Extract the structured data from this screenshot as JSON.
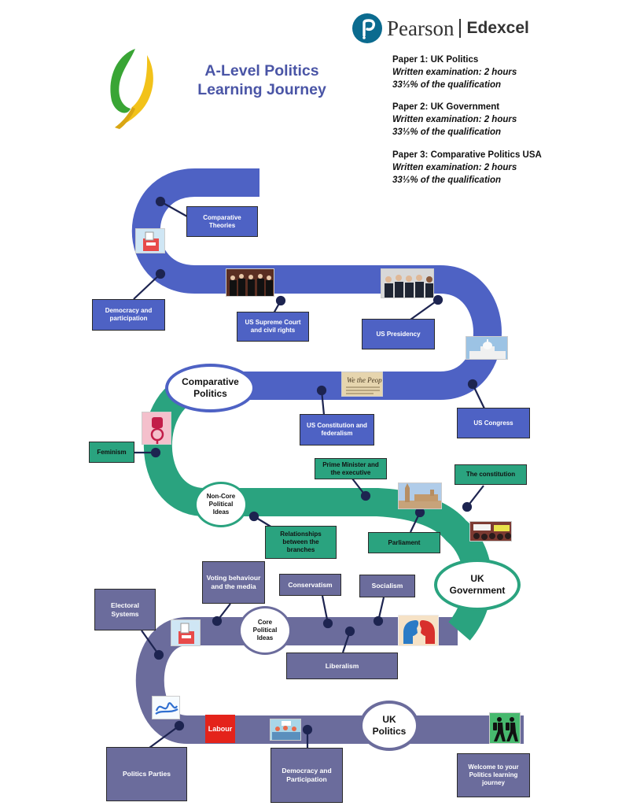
{
  "colors": {
    "blue": "#4e62c4",
    "green": "#2aa37f",
    "purple": "#6b6c9c"
  },
  "header": {
    "brand": "Pearson",
    "sub_brand": "Edexcel",
    "logo_icon": "leaf-logo-icon",
    "title_line1": "A-Level Politics",
    "title_line2": "Learning Journey"
  },
  "papers": [
    {
      "name": "Paper 1: UK Politics",
      "exam": "Written examination: 2 hours",
      "weight": "33⅓% of the qualification"
    },
    {
      "name": "Paper 2: UK Government",
      "exam": "Written examination: 2 hours",
      "weight": "33⅓% of the qualification"
    },
    {
      "name": "Paper 3: Comparative Politics USA",
      "exam": "Written examination: 2 hours",
      "weight": "33⅓% of the qualification"
    }
  ],
  "sections": {
    "comparative": "Comparative Politics",
    "uk_government": "UK Government",
    "uk_politics": "UK Politics",
    "non_core": "Non-Core Political Ideas",
    "core": "Core Political Ideas"
  },
  "topics": {
    "comparative_theories": "Comparative Theories",
    "democracy_participation_blue": "Democracy and participation",
    "us_supreme_court": "US Supreme Court and civil rights",
    "us_presidency": "US Presidency",
    "us_constitution": "US Constitution and federalism",
    "us_congress": "US Congress",
    "feminism": "Feminism",
    "prime_minister": "Prime Minister and the executive",
    "the_constitution": "The constitution",
    "relationships": "Relationships between the branches",
    "parliament": "Parliament",
    "electoral_systems": "Electoral Systems",
    "voting_behaviour": "Voting behaviour and the media",
    "conservatism": "Conservatism",
    "socialism": "Socialism",
    "liberalism": "Liberalism",
    "politics_parties": "Politics Parties",
    "democracy_participation_purple": "Democracy and Participation",
    "welcome": "Welcome to your Politics learning journey"
  },
  "pictures": {
    "vote_box_top": "vote-box-icon",
    "supreme_court": "supreme-court-photo",
    "presidents": "presidents-photo",
    "capitol": "capitol-building-photo",
    "we_the_people": "constitution-document-photo",
    "feminism_fist": "feminism-fist-icon",
    "parliament": "parliament-building-photo",
    "protest": "protest-crowd-photo",
    "heads": "debating-heads-icon",
    "vote_box_bottom": "vote-box-icon",
    "scribble": "scribble-icon",
    "labour": "Labour",
    "democracy_scene": "democracy-scene-photo",
    "hikers": "hikers-icon"
  }
}
